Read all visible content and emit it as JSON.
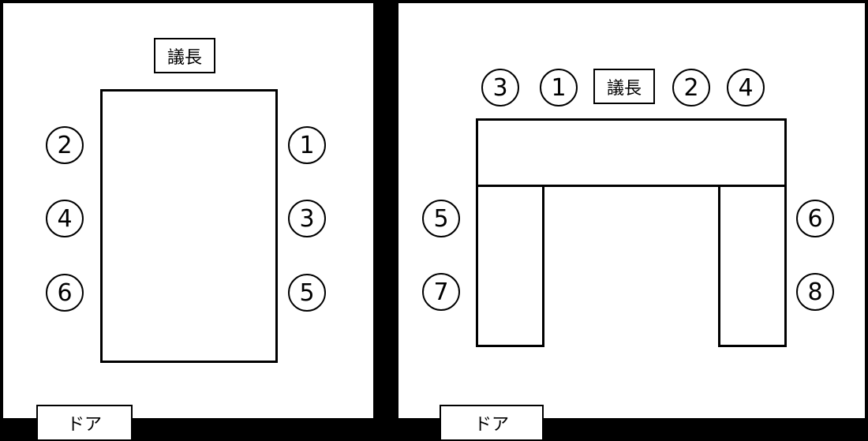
{
  "layouts": [
    {
      "name": "rectangular-table",
      "chair_label": "議長",
      "door_label": "ドア",
      "seats": {
        "right": [
          "1",
          "3",
          "5"
        ],
        "left": [
          "2",
          "4",
          "6"
        ]
      }
    },
    {
      "name": "u-shaped-table",
      "chair_label": "議長",
      "door_label": "ドア",
      "seats": {
        "top": [
          "3",
          "1",
          "2",
          "4"
        ],
        "left": [
          "5",
          "7"
        ],
        "right": [
          "6",
          "8"
        ]
      }
    }
  ]
}
